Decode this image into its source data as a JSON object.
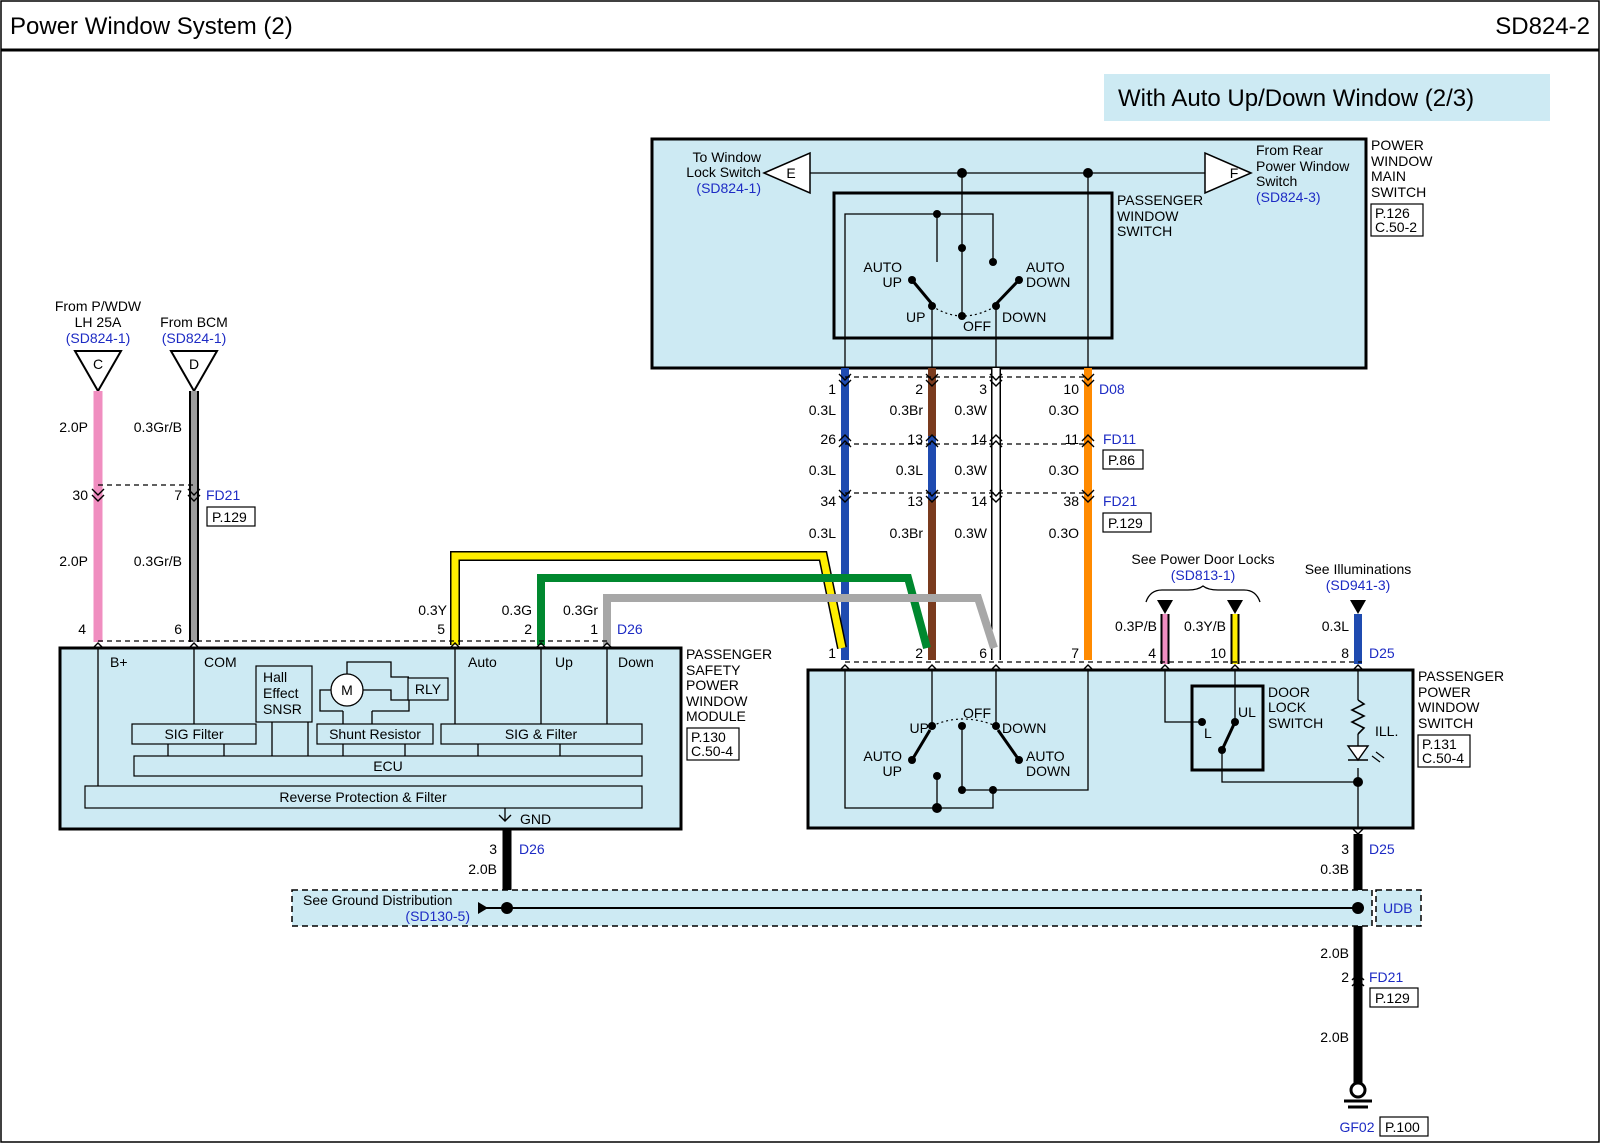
{
  "header": {
    "title": "Power Window System (2)",
    "code": "SD824-2"
  },
  "banner": "With Auto Up/Down Window (2/3)",
  "main_switch": {
    "name_lines": [
      "POWER",
      "WINDOW",
      "MAIN",
      "SWITCH"
    ],
    "ref_lines": [
      "P.126",
      "C.50-2"
    ],
    "to_lock_lines": [
      "To Window",
      "Lock Switch"
    ],
    "to_lock_ref": "(SD824-1)",
    "connector_e": "E",
    "from_rear_lines": [
      "From Rear",
      "Power Window",
      "Switch"
    ],
    "from_rear_ref": "(SD824-3)",
    "connector_f": "F",
    "inner_name_lines": [
      "PASSENGER",
      "WINDOW",
      "SWITCH"
    ],
    "auto_up_lines": [
      "AUTO",
      "UP"
    ],
    "auto_down_lines": [
      "AUTO",
      "DOWN"
    ],
    "up": "UP",
    "off": "OFF",
    "down": "DOWN"
  },
  "left_sources": {
    "c_label_lines": [
      "From P/WDW",
      "LH 25A"
    ],
    "c_ref": "(SD824-1)",
    "c_connector": "C",
    "d_label": "From BCM",
    "d_ref": "(SD824-1)",
    "d_connector": "D",
    "wire1_top": "2.0P",
    "wire2_top": "0.3Gr/B",
    "pin30": "30",
    "pin7": "7",
    "conn_fd21": "FD21",
    "ref_p129": "P.129",
    "wire1_bottom": "2.0P",
    "wire2_bottom": "0.3Gr/B",
    "pin4": "4",
    "pin6": "6"
  },
  "module": {
    "name_lines": [
      "PASSENGER",
      "SAFETY",
      "POWER",
      "WINDOW",
      "MODULE"
    ],
    "ref_lines": [
      "P.130",
      "C.50-4"
    ],
    "bplus": "B+",
    "com": "COM",
    "auto": "Auto",
    "up": "Up",
    "down": "Down",
    "hall_lines": [
      "Hall",
      "Effect",
      "SNSR"
    ],
    "motor": "M",
    "relay": "RLY",
    "sig_filter": "SIG Filter",
    "shunt": "Shunt Resistor",
    "sig_and_filter": "SIG & Filter",
    "ecu": "ECU",
    "reverse": "Reverse Protection & Filter",
    "gnd": "GND",
    "wire_auto": "0.3Y",
    "wire_up": "0.3G",
    "wire_down": "0.3Gr",
    "pin5": "5",
    "pin2": "2",
    "pin1": "1",
    "conn_d26": "D26",
    "gnd_pin": "3",
    "gnd_conn": "D26",
    "gnd_wire": "2.0B"
  },
  "harness": {
    "row1": {
      "pins": [
        "1",
        "2",
        "3",
        "10"
      ],
      "conn": "D08"
    },
    "row1_wires": [
      "0.3L",
      "0.3Br",
      "0.3W",
      "0.3O"
    ],
    "row2": {
      "pins": [
        "26",
        "13",
        "14",
        "11"
      ],
      "conn": "FD11",
      "ref": "P.86"
    },
    "row2_wires": [
      "0.3L",
      "0.3L",
      "0.3W",
      "0.3O"
    ],
    "row3": {
      "pins": [
        "34",
        "13",
        "14",
        "38"
      ],
      "conn": "FD21",
      "ref": "P.129"
    },
    "row3_wires": [
      "0.3L",
      "0.3Br",
      "0.3W",
      "0.3O"
    ]
  },
  "door_locks": {
    "label": "See Power Door Locks",
    "ref": "(SD813-1)",
    "wire_a": "0.3P/B",
    "wire_b": "0.3Y/B"
  },
  "illum": {
    "label": "See Illuminations",
    "ref": "(SD941-3)",
    "wire": "0.3L"
  },
  "pass_switch": {
    "pins": [
      "1",
      "2",
      "6",
      "7",
      "4",
      "10",
      "8"
    ],
    "conn": "D25",
    "name_lines": [
      "PASSENGER",
      "POWER",
      "WINDOW",
      "SWITCH"
    ],
    "ref_lines": [
      "P.131",
      "C.50-4"
    ],
    "up": "UP",
    "off": "OFF",
    "down": "DOWN",
    "auto_up_lines": [
      "AUTO",
      "UP"
    ],
    "auto_down_lines": [
      "AUTO",
      "DOWN"
    ],
    "door_lock_lines": [
      "DOOR",
      "LOCK",
      "SWITCH"
    ],
    "l": "L",
    "ul": "UL",
    "ill": "ILL.",
    "gnd_pin": "3",
    "gnd_conn": "D25",
    "gnd_wire": "0.3B"
  },
  "ground": {
    "label": "See Ground Distribution",
    "ref": "(SD130-5)",
    "udb": "UDB",
    "wire_a": "2.0B",
    "pin2": "2",
    "conn_fd21": "FD21",
    "ref_p129": "P.129",
    "wire_b": "2.0B",
    "gf02": "GF02",
    "ref_p100": "P.100"
  },
  "colors": {
    "accent_bg": "#cdeaf3",
    "blue_wire": "#1f4bb0",
    "brown_wire": "#7a3b1e",
    "orange_wire": "#ff8a00",
    "pink_wire": "#f08ec0",
    "yellow_wire": "#ffee00",
    "green_wire": "#00882f",
    "gray_wire": "#a7a7a7",
    "ref_text": "#1d2bc4"
  }
}
